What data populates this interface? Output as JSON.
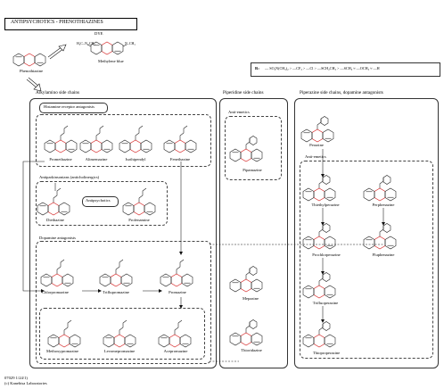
{
  "header": {
    "title": "ANTIPSYCHOTICS - PHENOTHIAZINES"
  },
  "top": {
    "dye_label": "DYE",
    "phenothiazine": "Phenothiazine",
    "methylene_blue": "Methylene blue"
  },
  "legend": {
    "r_label": "R:",
    "substituents": "— SO₂N(CH₃)₂ > —CF₃ > —Cl > —SCH₂CH₃ > —SCH₃ ≈ —OCH₃ ≈ —H"
  },
  "panels": {
    "alkylamino": {
      "title": "Alkylamino side chains",
      "histamine_group": "Histamine receptor antagonists",
      "histamine_drugs": [
        "Promethazine",
        "Alimemazine",
        "Isothipendyl",
        "Fenethazine"
      ],
      "antiparkinsonian_group": "Antiparkinsonians (anticholinergics)",
      "antiparkinsonian_drugs": [
        "Diethazine",
        "Profenamine"
      ],
      "antipsychotics_label": "Antipsychotics",
      "dopamine_group": "Dopamine antagonists",
      "dopamine_row1": [
        "Chlorpromazine",
        "Triflupromazine",
        "Promazine"
      ],
      "dopamine_row2": [
        "Methoxypromazine",
        "Levomepromazine",
        "Acepromazine"
      ]
    },
    "piperidine": {
      "title": "Piperidine side chains",
      "antiemetics_group": "Anti-emetics",
      "drugs": [
        "Pipamazine",
        "Mepazine",
        "Thioridazine"
      ]
    },
    "piperazine": {
      "title": "Piperazine side chains, dopamine antagonists",
      "top_drug": "Perazine",
      "antiemetics_group": "Anti-emetics",
      "left_column": [
        "Thiethylperazine",
        "Prochlorperazine",
        "Trifluoperazine",
        "Thioproperazine"
      ],
      "right_column": [
        "Perphenazine",
        "Fluphenazine"
      ]
    }
  },
  "footer": {
    "code": "07029 1/24/1)",
    "copyright": "(c) Kanehisa Laboratories"
  }
}
